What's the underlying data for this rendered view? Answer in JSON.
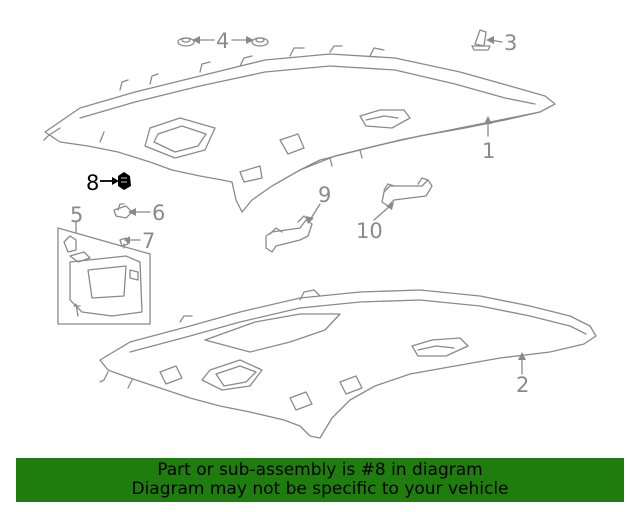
{
  "callouts": {
    "c1": "1",
    "c2": "2",
    "c3": "3",
    "c4": "4",
    "c5": "5",
    "c6": "6",
    "c7": "7",
    "c8": "8",
    "c9": "9",
    "c10": "10"
  },
  "colors": {
    "line": "#8a8a8a",
    "highlight": "#000000",
    "banner": "#1e7d0c"
  },
  "footer": {
    "line1": "Part or sub-assembly is #8 in diagram",
    "line2": "Diagram may not be specific to your vehicle"
  }
}
